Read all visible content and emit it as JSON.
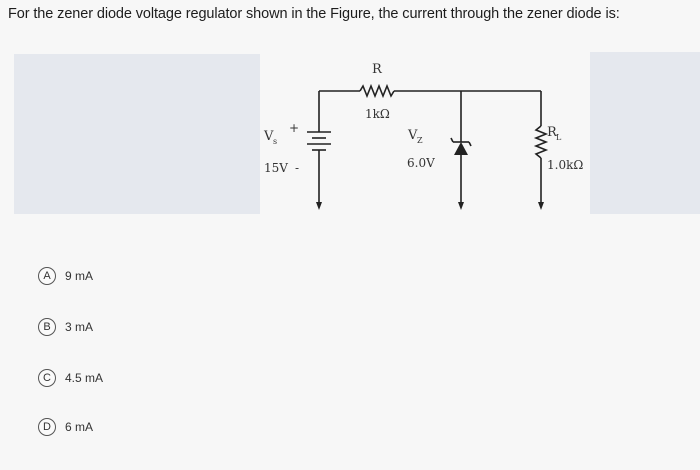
{
  "question": "For the zener diode voltage regulator shown in the Figure, the current through the zener diode is:",
  "circuit": {
    "resistor_label": "R",
    "resistor_value": "1kΩ",
    "source_label": "V",
    "source_sub": "s",
    "source_plus": "+",
    "source_minus": "-",
    "source_value": "15V",
    "zener_label": "V",
    "zener_sub": "Z",
    "zener_value": "6.0V",
    "load_label": "R",
    "load_sub": "L",
    "load_value": "1.0kΩ"
  },
  "options": [
    {
      "letter": "A",
      "text": "9 mA"
    },
    {
      "letter": "B",
      "text": "3 mA"
    },
    {
      "letter": "C",
      "text": "4.5 mA"
    },
    {
      "letter": "D",
      "text": "6 mA"
    }
  ]
}
